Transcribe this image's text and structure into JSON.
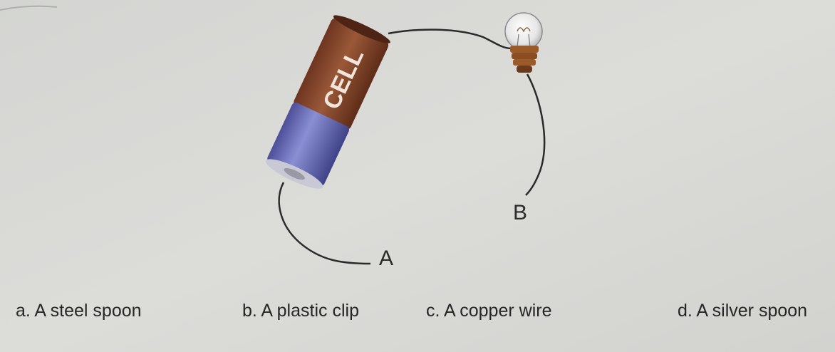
{
  "diagram": {
    "cell_label": "CELL",
    "point_a_label": "A",
    "point_b_label": "B"
  },
  "options": [
    {
      "text": "a. A steel spoon"
    },
    {
      "text": "b. A plastic clip"
    },
    {
      "text": "c. A copper wire"
    },
    {
      "text": "d. A silver spoon"
    }
  ],
  "colors": {
    "paper": "#d9d9d6",
    "cell_top": "#8a4a30",
    "cell_bottom": "#6a70b8",
    "wire": "#2a2a2a",
    "bulb_base": "#9a5a2a",
    "text": "#262626"
  }
}
